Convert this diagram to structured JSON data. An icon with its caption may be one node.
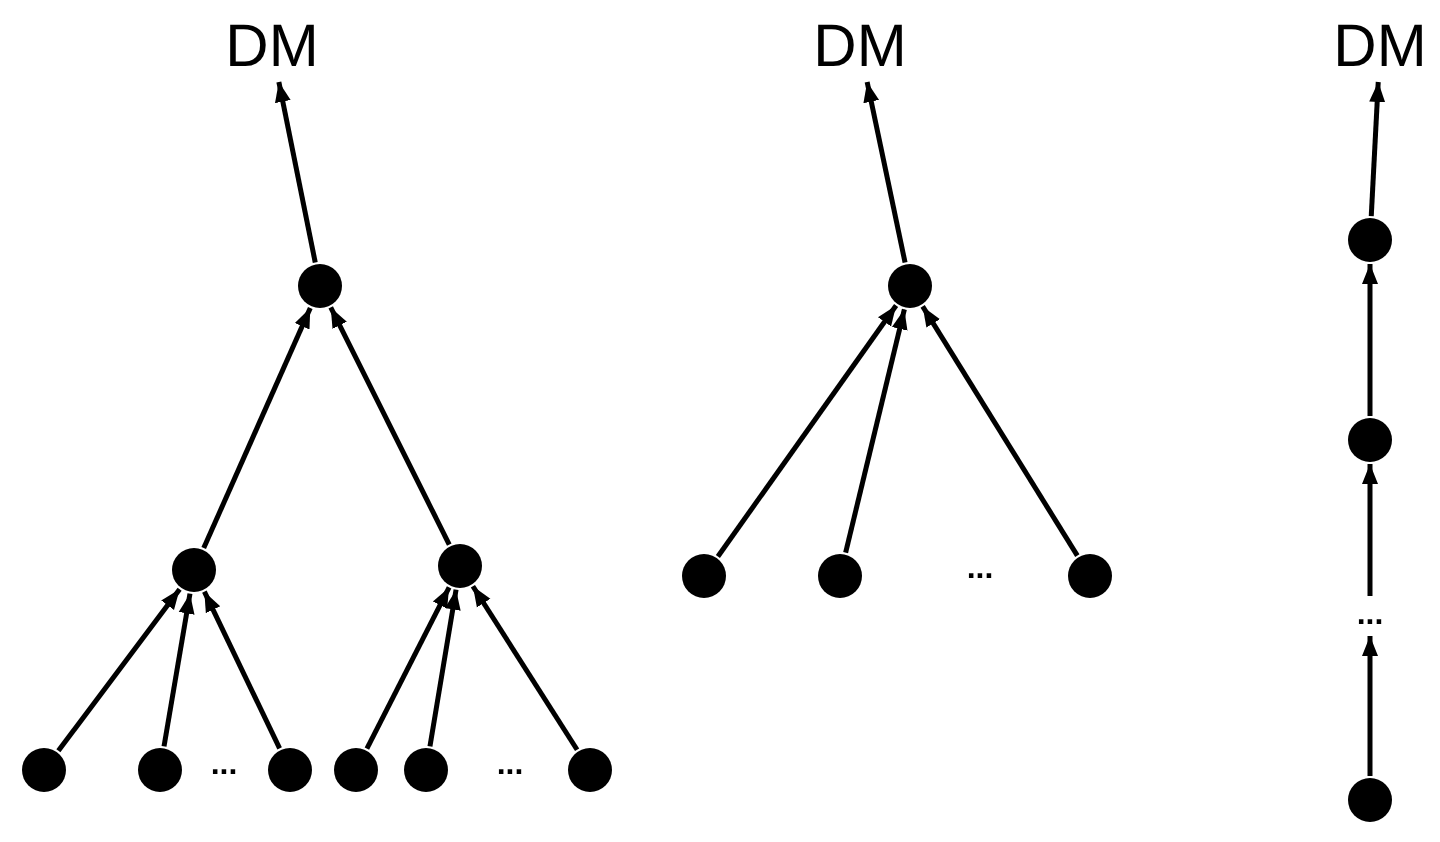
{
  "diagram": {
    "nodes": [
      {
        "text": [
          "DM"
        ]
      },
      {
        "text": [],
        "shape": "circle"
      },
      {
        "text": [],
        "shape": "circle"
      },
      {
        "text": [],
        "shape": "circle"
      },
      {
        "text": [],
        "shape": "circle"
      },
      {
        "text": [],
        "shape": "circle"
      },
      {
        "text": [],
        "shape": "circle"
      },
      {
        "text": [],
        "shape": "circle"
      },
      {
        "text": [],
        "shape": "circle"
      },
      {
        "text": [],
        "shape": "circle"
      },
      {
        "text": [
          "DM"
        ]
      },
      {
        "text": [],
        "shape": "circle"
      },
      {
        "text": [],
        "shape": "circle"
      },
      {
        "text": [],
        "shape": "circle"
      },
      {
        "text": [],
        "shape": "circle"
      },
      {
        "text": [
          "DM"
        ]
      },
      {
        "text": [],
        "shape": "circle"
      },
      {
        "text": [],
        "shape": "circle"
      },
      {
        "text": [
          "..."
        ]
      },
      {
        "text": [],
        "shape": "circle"
      }
    ],
    "edges": [
      {
        "from": 1,
        "to": 0,
        "arrow": "to"
      },
      {
        "from": 2,
        "to": 1,
        "arrow": "to"
      },
      {
        "from": 3,
        "to": 1,
        "arrow": "to"
      },
      {
        "from": 4,
        "to": 2,
        "arrow": "to"
      },
      {
        "from": 5,
        "to": 2,
        "arrow": "to"
      },
      {
        "from": 6,
        "to": 2,
        "arrow": "to"
      },
      {
        "from": 7,
        "to": 3,
        "arrow": "to"
      },
      {
        "from": 8,
        "to": 3,
        "arrow": "to"
      },
      {
        "from": 9,
        "to": 3,
        "arrow": "to"
      },
      {
        "from": 11,
        "to": 10,
        "arrow": "to"
      },
      {
        "from": 12,
        "to": 11,
        "arrow": "to"
      },
      {
        "from": 13,
        "to": 11,
        "arrow": "to"
      },
      {
        "from": 14,
        "to": 11,
        "arrow": "to"
      },
      {
        "from": 16,
        "to": 15,
        "arrow": "to"
      },
      {
        "from": 17,
        "to": 16,
        "arrow": "to"
      },
      {
        "from": 18,
        "to": 17,
        "arrow": "to"
      },
      {
        "from": 19,
        "to": 18,
        "arrow": "to"
      }
    ],
    "labels": [
      "...",
      "...",
      "..."
    ]
  }
}
